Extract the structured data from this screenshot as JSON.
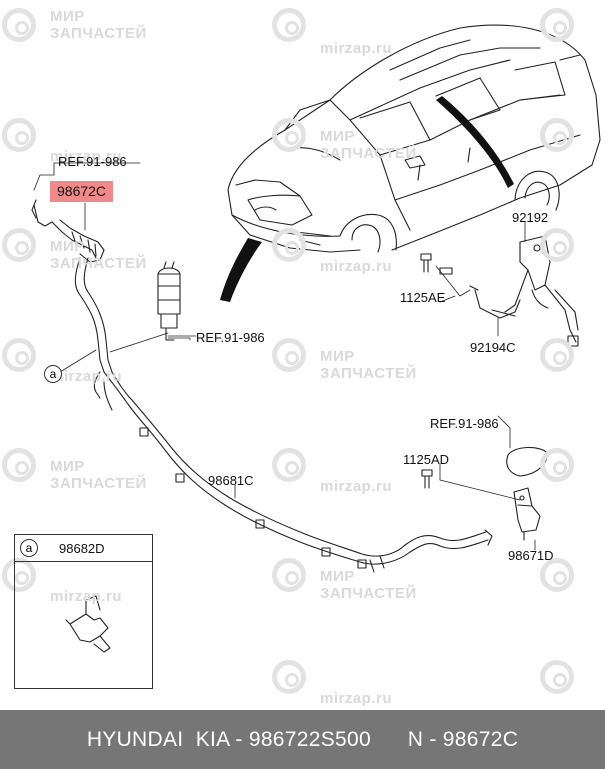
{
  "watermark": {
    "brand_line1": "МИР",
    "brand_line2": "ЗАПЧАСТЕЙ",
    "site": "mirzap.ru"
  },
  "callouts": {
    "ref_top": "REF.91-986",
    "part_highlight": "98672C",
    "ref_pump": "REF.91-986",
    "ref_right": "REF.91-986",
    "p92192": "92192",
    "p1125AE": "1125AE",
    "p92194C": "92194C",
    "p1125AD": "1125AD",
    "p98681C": "98681C",
    "p98671D": "98671D",
    "circle_a": "a"
  },
  "inset": {
    "marker": "a",
    "part": "98682D"
  },
  "colors": {
    "highlight": "#f08a8a",
    "footer_bg": "#767676"
  },
  "footer": {
    "text": "HYUNDAI  KIA - 986722S500      N - 98672C"
  }
}
